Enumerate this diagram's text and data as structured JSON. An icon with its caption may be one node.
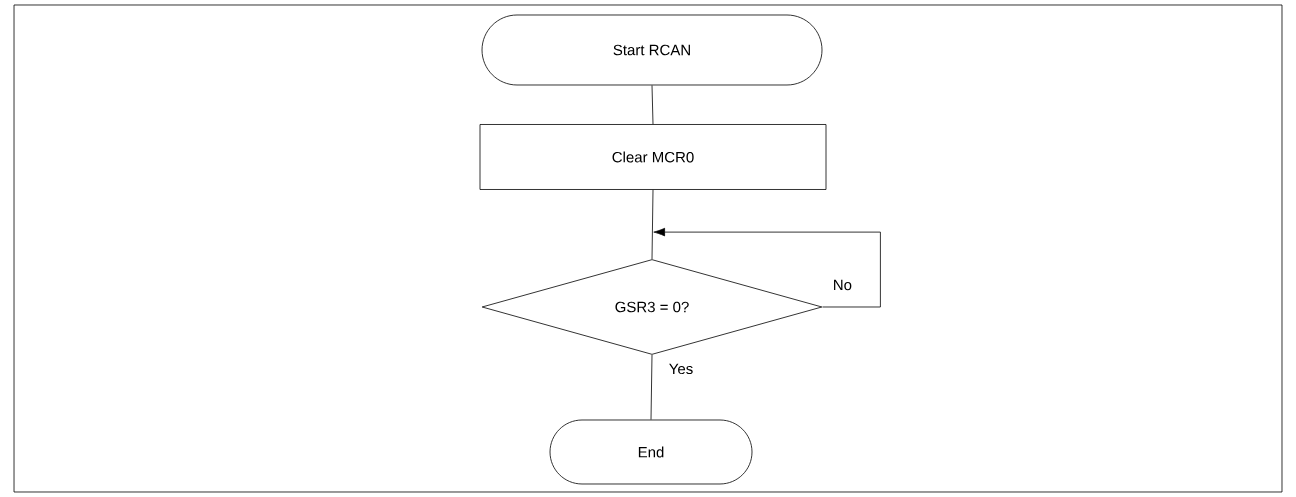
{
  "diagram": {
    "nodes": [
      {
        "text": [
          "Start RCAN"
        ]
      },
      {
        "text": [
          "Clear MCR0"
        ]
      },
      {
        "text": [
          "GSR3 = 0?"
        ]
      },
      {
        "text": [
          "End"
        ]
      }
    ],
    "edges": [
      {
        "from": 0,
        "to": 1,
        "arrow": "none"
      },
      {
        "from": 1,
        "to": 2,
        "arrow": "none"
      },
      {
        "from": 2,
        "to": 2,
        "arrow": "to",
        "label": "No"
      },
      {
        "from": 2,
        "to": 3,
        "arrow": "none",
        "label": "Yes"
      }
    ]
  }
}
